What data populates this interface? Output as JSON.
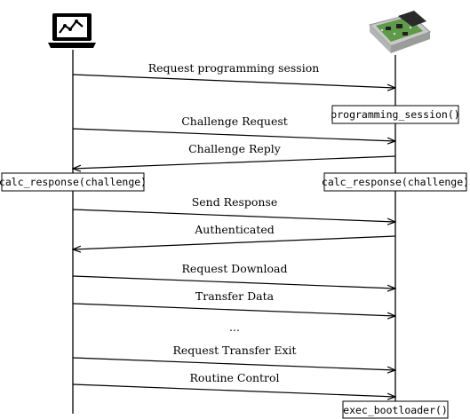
{
  "participants": {
    "left": {
      "icon": "laptop-icon"
    },
    "right": {
      "icon": "ecu-device-icon"
    }
  },
  "messages": [
    {
      "label": "Request programming session",
      "direction": "left-to-right"
    },
    {
      "label": "Challenge Request",
      "direction": "left-to-right"
    },
    {
      "label": "Challenge Reply",
      "direction": "right-to-left"
    },
    {
      "label": "Send Response",
      "direction": "left-to-right"
    },
    {
      "label": "Authenticated",
      "direction": "right-to-left"
    },
    {
      "label": "Request Download",
      "direction": "left-to-right"
    },
    {
      "label": "Transfer Data",
      "direction": "left-to-right"
    },
    {
      "label": "Request Transfer Exit",
      "direction": "left-to-right"
    },
    {
      "label": "Routine Control",
      "direction": "left-to-right"
    }
  ],
  "ellipsis": "...",
  "boxes": {
    "programming_session": "programming_session()",
    "calc_left": "calc_response(challenge)",
    "calc_right": "calc_response(challenge)",
    "exec_bootloader": "exec_bootloader()"
  },
  "colors": {
    "line": "#000000",
    "ecu_body": "#5f9a4a",
    "ecu_housing": "#c7c9c7",
    "laptop": "#000000"
  }
}
